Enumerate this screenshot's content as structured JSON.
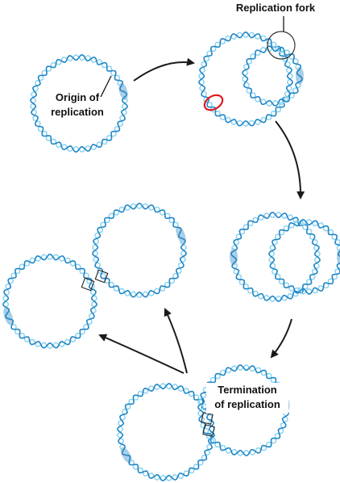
{
  "labels": {
    "origin_line1": "Origin of",
    "origin_line2": "replication",
    "fork": "Replication fork",
    "termination_line1": "Termination",
    "termination_line2": "of replication"
  },
  "colors": {
    "strand_dark": "#1f86c6",
    "strand_light": "#8ed3ee",
    "dark_dot": "#0d4f86",
    "origin_marker": "#e0191f",
    "highlight": "#a9c4de",
    "arrow": "#1a1a1a",
    "leader": "#1a1a1a"
  }
}
